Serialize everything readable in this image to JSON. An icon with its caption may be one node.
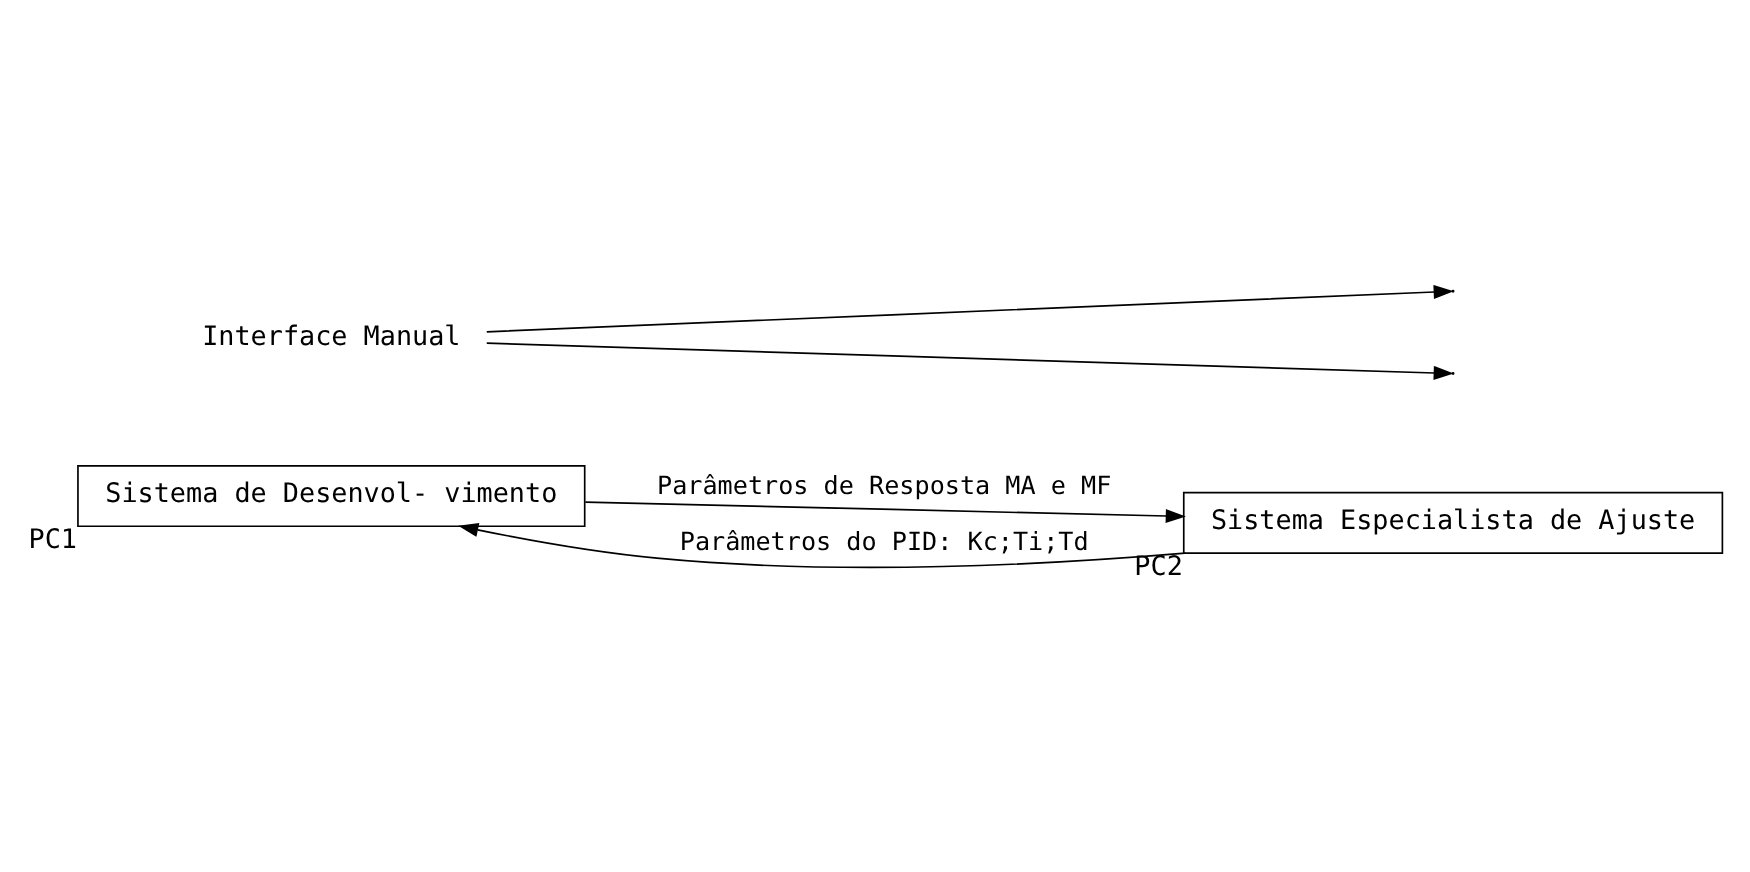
{
  "diagram": {
    "nodes": [
      {
        "text": [
          "Sistema de Desenvol- vimento"
        ],
        "beside": [
          "PC1"
        ]
      },
      {
        "text": [
          "Sistema Especialista de Ajuste"
        ],
        "beside": [
          "PC2"
        ]
      },
      {
        "text": [
          "Interface Manual"
        ]
      }
    ],
    "edges": [
      {
        "from": 0,
        "to": 1,
        "arrow": "to",
        "label": "Parâmetros de Resposta MA e MF"
      },
      {
        "from": 1,
        "to": 0,
        "arrow": "to",
        "label": "Parâmetros do PID: Kc;Ti;Td"
      },
      {
        "from": 2,
        "to": null,
        "arrow": "to"
      },
      {
        "from": 2,
        "to": null,
        "arrow": "to"
      }
    ]
  }
}
